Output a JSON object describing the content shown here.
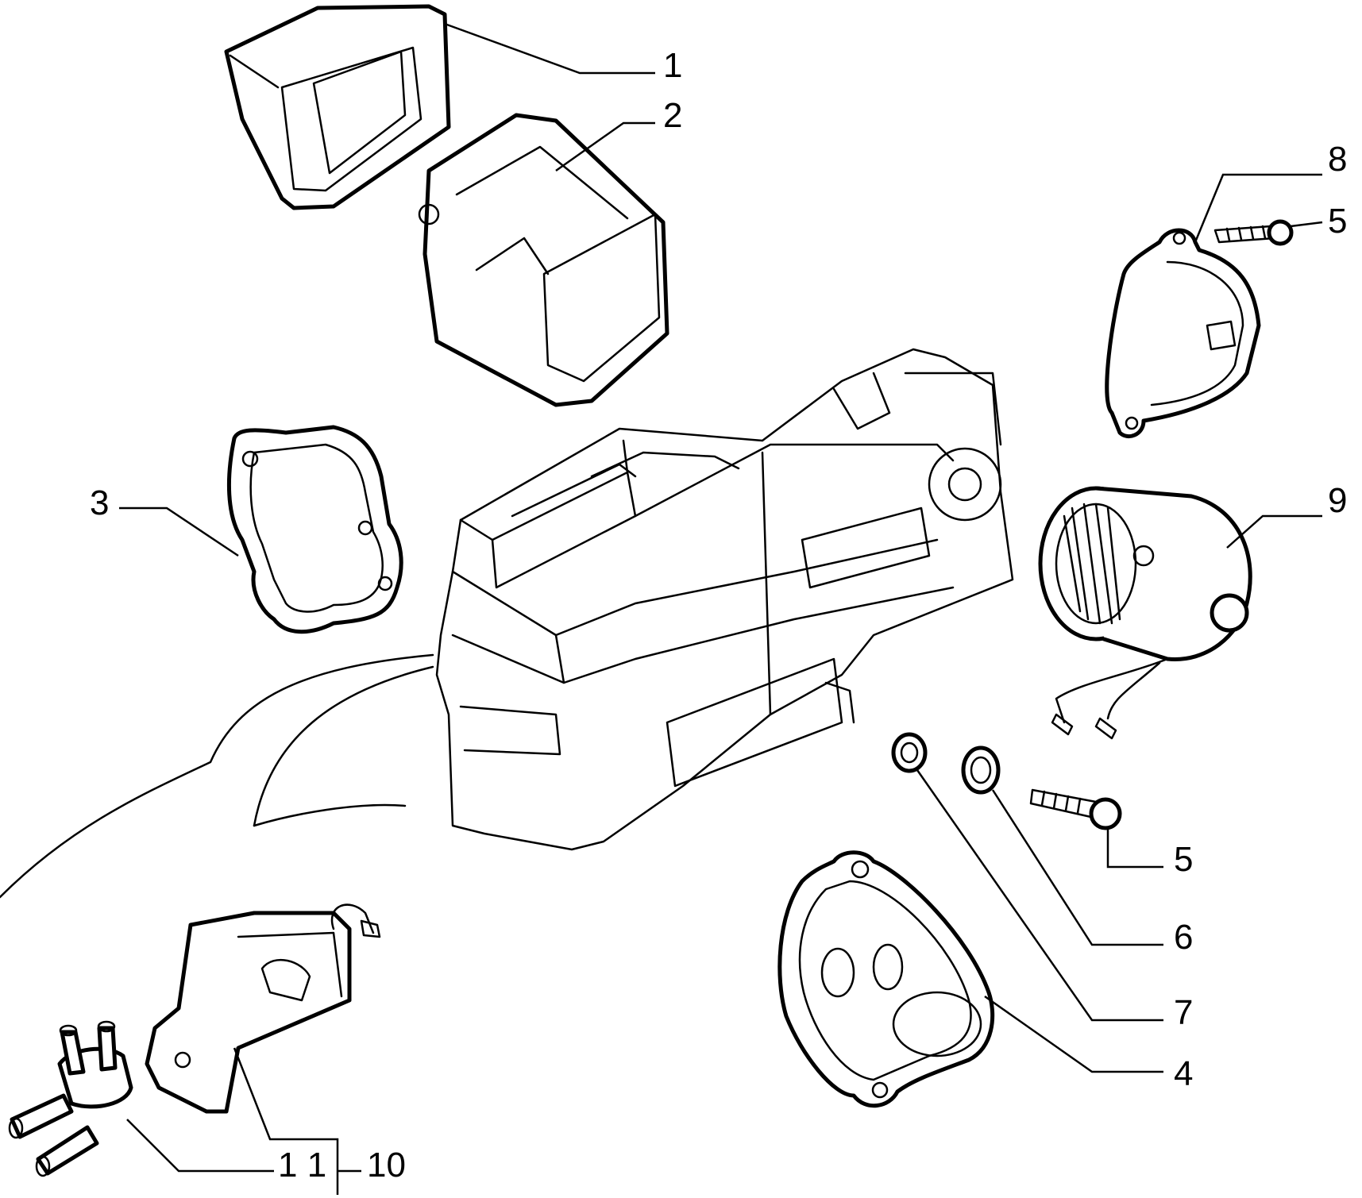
{
  "callouts": {
    "c1": "1",
    "c2": "2",
    "c3": "3",
    "c4": "4",
    "c5a": "5",
    "c5b": "5",
    "c6": "6",
    "c7": "7",
    "c8": "8",
    "c9": "9",
    "c10": "10",
    "c11": "1 1"
  }
}
